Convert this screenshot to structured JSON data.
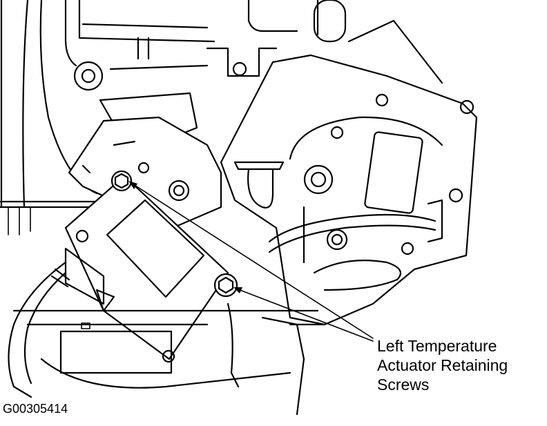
{
  "figure": {
    "callout": {
      "line1": "Left Temperature",
      "line2": "Actuator Retaining",
      "line3": "Screws"
    },
    "figure_id": "G00305414"
  },
  "colors": {
    "ink": "#000000",
    "paper": "#ffffff"
  }
}
